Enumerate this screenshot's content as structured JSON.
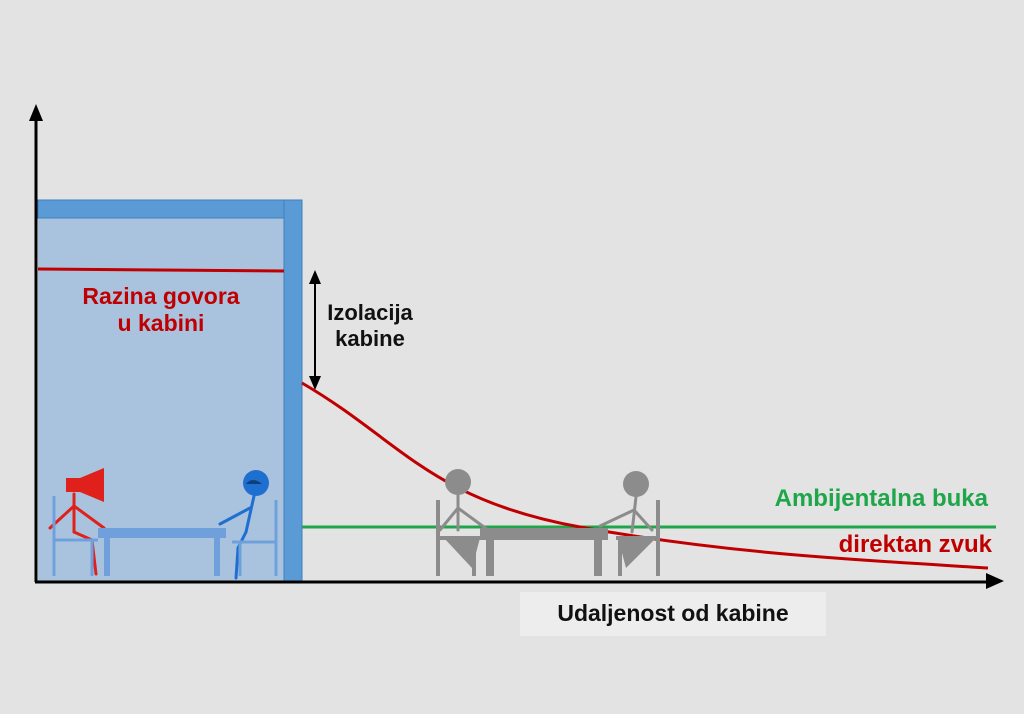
{
  "labels": {
    "speech_level": [
      "Razina govora",
      "u kabini"
    ],
    "booth_isolation": [
      "Izolacija",
      "kabine"
    ],
    "ambient_noise": "Ambijentalna buka",
    "direct_sound": "direktan zvuk",
    "x_axis": "Udaljenost od kabine"
  },
  "colors": {
    "background": "#e3e3e3",
    "axis": "#000000",
    "booth_fill": "#a9c3df",
    "booth_wall": "#5b9bd5",
    "speech_line": "#c00000",
    "direct_sound": "#c00000",
    "ambient_noise": "#1fa64a",
    "interpreter_speaking": "#e0201b",
    "interpreter_listening": "#1f6fd1",
    "table_in_booth": "#6fa0dc",
    "delegates": "#8c8c8c"
  },
  "icons": [
    "megaphone-icon",
    "person-icon",
    "chair-icon",
    "table-icon",
    "double-arrow-icon"
  ]
}
